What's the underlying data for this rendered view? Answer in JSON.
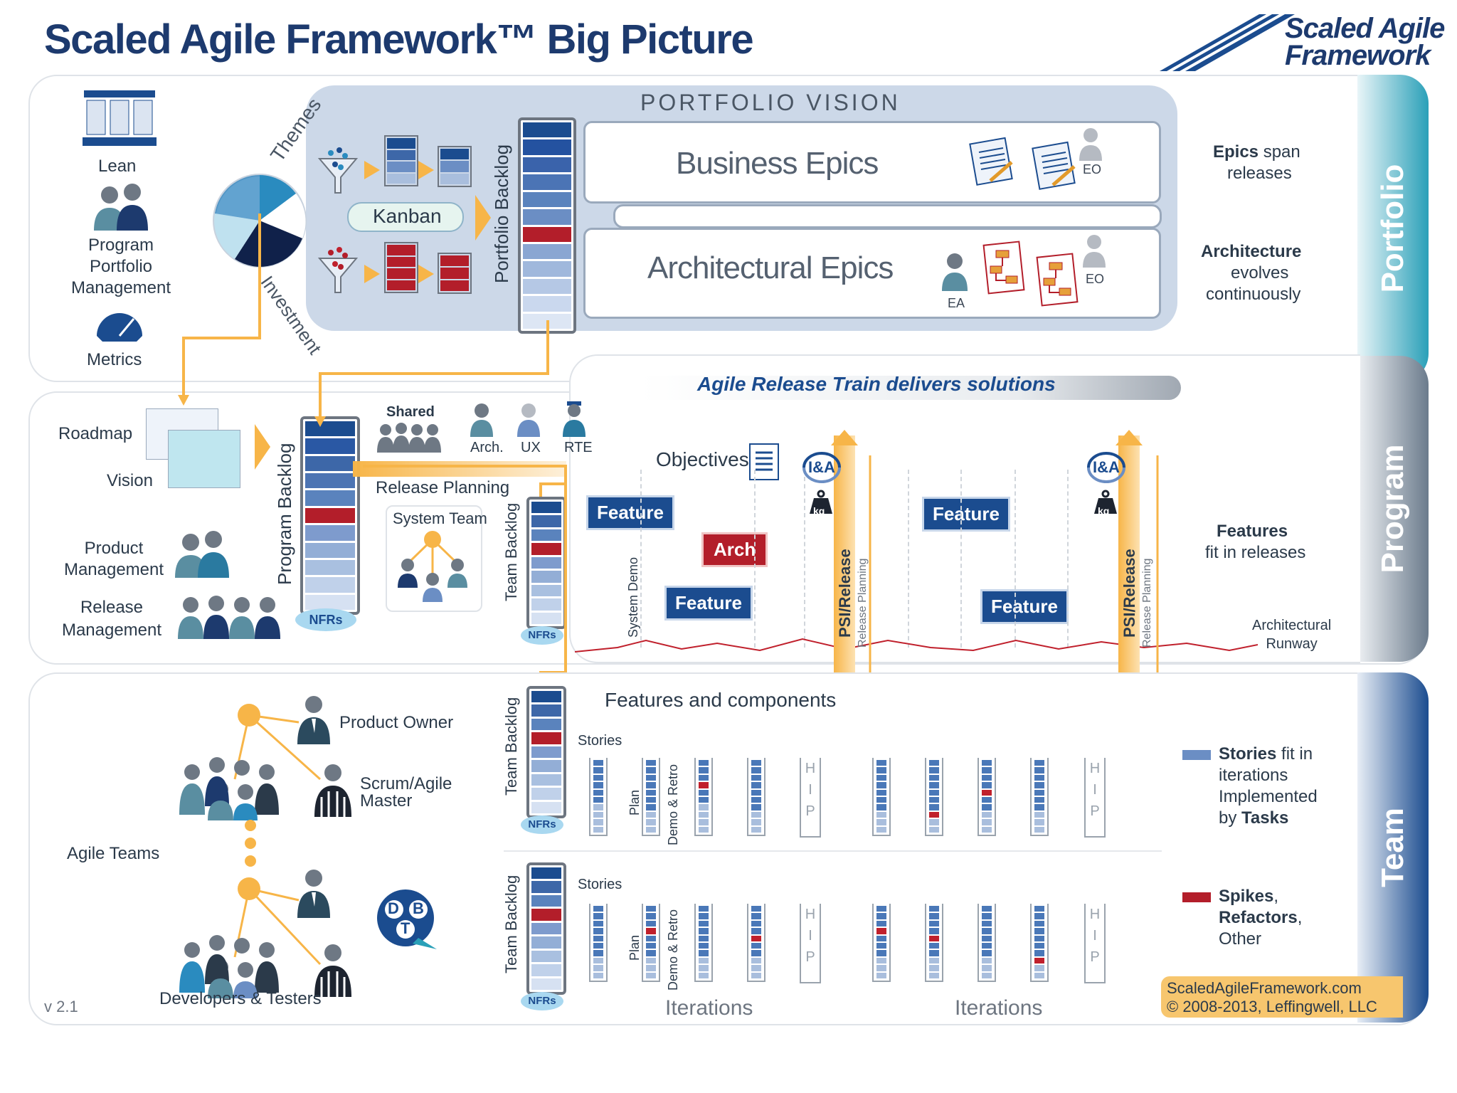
{
  "title": "Scaled Agile Framework™ Big Picture",
  "logo": {
    "line1": "Scaled Agile",
    "line2": "Framework"
  },
  "colors": {
    "navy": "#1b4c8f",
    "red": "#b31e2a",
    "orange": "#f7b548",
    "teal": "#2aa0b8",
    "light_blue": "#a9d8f0"
  },
  "sidebar": {
    "portfolio": "Portfolio",
    "program": "Program",
    "team": "Team"
  },
  "portfolio": {
    "left": {
      "lean": "Lean",
      "ppm": "Program\nPortfolio\nManagement",
      "metrics": "Metrics"
    },
    "themes": "Themes",
    "investment": "Investment",
    "kanban": "Kanban",
    "vision": "PORTFOLIO VISION",
    "backlog": "Portfolio Backlog",
    "business_epics": "Business Epics",
    "architectural_epics": "Architectural Epics",
    "eo": "EO",
    "ea": "EA",
    "right_1_bold": "Epics",
    "right_1_rest": " span",
    "right_1_line2": "releases",
    "right_2_bold": "Architecture",
    "right_2_line2": "evolves",
    "right_2_line3": "continuously"
  },
  "program": {
    "roadmap": "Roadmap",
    "vision": "Vision",
    "product_management": "Product\nManagement",
    "release_management": "Release\nManagement",
    "backlog": "Program Backlog",
    "nfrs": "NFRs",
    "shared": "Shared",
    "arch": "Arch.",
    "ux": "UX",
    "rte": "RTE",
    "release_planning": "Release Planning",
    "system_team": "System Team",
    "art_banner": "Agile Release Train delivers solutions",
    "objectives": "Objectives",
    "ia": "I&A",
    "kg": "kg",
    "features": [
      "Feature",
      "Feature",
      "Feature",
      "Feature"
    ],
    "arch_box": "Arch",
    "system_demo": "System Demo",
    "psi_release": "PSI/Release",
    "release_planning_v": "Release Planning",
    "team_backlog": "Team Backlog",
    "arch_runway": "Architectural\nRunway",
    "right_bold": "Features",
    "right_line2": "fit in releases"
  },
  "team": {
    "product_owner": "Product Owner",
    "scrum_master": "Scrum/Agile\nMaster",
    "agile_teams": "Agile Teams",
    "dev_testers": "Developers & Testers",
    "version": "v 2.1",
    "features_components": "Features and components",
    "stories": "Stories",
    "plan": "Plan",
    "demo_retro": "Demo & Retro",
    "hip": "H\nI\nP",
    "iterations": "Iterations",
    "dbt": {
      "d": "D",
      "b": "B",
      "t": "T"
    },
    "legend_1_bold": "Stories",
    "legend_1_rest": " fit in",
    "legend_1_l2": "iterations",
    "legend_1_l3": "Implemented",
    "legend_1_l4a": "by ",
    "legend_1_l4b": "Tasks",
    "legend_2_bold_1": "Spikes",
    "legend_2_bold_1_comma": ",",
    "legend_2_bold_2": "Refactors",
    "legend_2_bold_2_comma": ",",
    "legend_2_l3": "Other",
    "footer_url": "ScaledAgileFramework.com",
    "footer_copy": "© 2008-2013, Leffingwell, LLC"
  }
}
